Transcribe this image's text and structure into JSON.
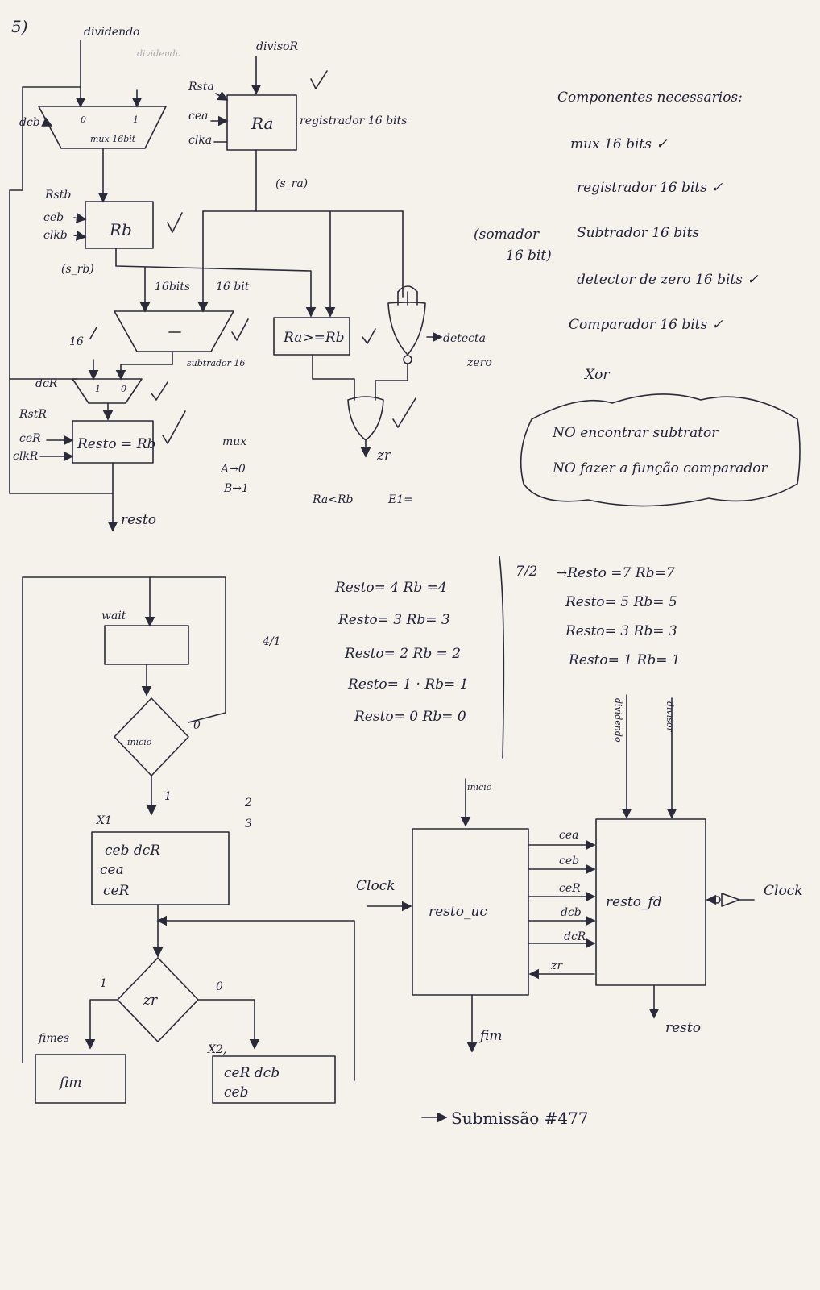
{
  "datapath": {
    "problem_number": "5)",
    "dividendo_label": "dividendo",
    "divisor_label": "divisoR",
    "mux_top_in0": "0",
    "mux_top_in1": "1",
    "mux_top_label": "mux 16bit",
    "dcb_label": "dcb",
    "ra_label": "Ra",
    "rsta_label": "Rsta",
    "cea_label": "cea",
    "clka_label": "clka",
    "registrador_note": "registrador 16 bits",
    "s_ra_label": "(s_ra)",
    "rb_label": "Rb",
    "rstb_label": "Rstb",
    "ceb_label": "ceb",
    "clkb_label": "clkb",
    "s_rb_label": "(s_rb)",
    "width_16bits": "16bits",
    "width_16bit": "16 bit",
    "width_16": "16",
    "subtrator_label": "subtrador 16",
    "comparator_label": "Ra>=Rb",
    "detecta_label": "detecta",
    "zero_label": "zero",
    "zr_label": "zr",
    "dcr_label": "dcR",
    "resto_register_label": "Resto = Rb",
    "rstr_label": "RstR",
    "cer_label": "ceR",
    "clkr_label": "clkR",
    "resto_output_label": "resto",
    "mux_note_title": "mux",
    "mux_note_a": "A→0",
    "mux_note_b": "B→1",
    "ra_lt_rb_note": "Ra<Rb",
    "e1_note": "E1="
  },
  "components": {
    "title": "Componentes necessarios:",
    "items": [
      "mux 16 bits ✓",
      "registrador 16 bits ✓",
      "Subtrador 16 bits",
      "detector de zero 16 bits ✓",
      "Comparador 16 bits ✓",
      "Xor"
    ],
    "somador_note_1": "(somador",
    "somador_note_2": "16 bit)",
    "cloud_note_1": "NO encontrar subtrator",
    "cloud_note_2": "NO fazer a função comparador"
  },
  "flowchart": {
    "wait_label": "wait",
    "inicio_label": "inicio",
    "decision_zero": "0",
    "decision_one": "1",
    "x1_label": "X1",
    "x1_line_1": "ceb  dcR",
    "x1_line_2": "cea",
    "x1_line_3": "ceR",
    "margin_2": "2",
    "margin_3": "3",
    "zr_label": "zr",
    "fim_tag": "fimes",
    "fim_label": "fim",
    "x2_label": "X2,",
    "x2_line_1": "ceR  dcb",
    "x2_line_2": "ceb"
  },
  "traces": {
    "ratio_a": "4/1",
    "a": [
      "Resto= 4   Rb =4",
      "Resto= 3   Rb= 3",
      "Resto= 2   Rb = 2",
      "Resto= 1 · Rb= 1",
      "Resto= 0   Rb= 0"
    ],
    "ratio_b": "7/2",
    "b": [
      "→Resto =7   Rb=7",
      "Resto= 5   Rb= 5",
      "Resto= 3   Rb= 3",
      "Resto= 1   Rb= 1"
    ]
  },
  "toplevel": {
    "inicio_label": "inicio",
    "uc_label": "resto_uc",
    "fd_label": "resto_fd",
    "clock_label": "Clock",
    "fim_label": "fim",
    "dividendo_label": "dividendo",
    "divisor_label": "divisor",
    "signals": [
      "cea",
      "ceb",
      "ceR",
      "dcb",
      "dcR",
      "zr"
    ],
    "resto_label": "resto"
  },
  "submission": "Submissão #477"
}
